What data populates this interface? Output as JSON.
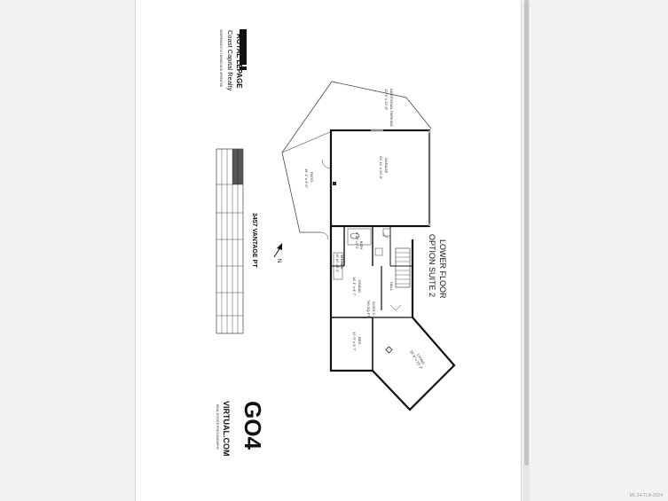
{
  "brand": {
    "name": "ROYAL LEPAGE",
    "office": "Coast Capital Realty",
    "tagline": "INDEPENDENTLY OWNED AND OPERATED"
  },
  "plan": {
    "address": "3457 VANTAGE PT",
    "floor_title": "LOWER FLOOR",
    "floor_subtitle": "OPTION SUITE 2",
    "north": "N",
    "rooms": [
      {
        "id": "parking",
        "name": "ADDITIONAL PARKING",
        "dims": "12' 9\" x 22' 8\""
      },
      {
        "id": "garage",
        "name": "GARAGE",
        "dims": "23' 11\" x 23' 4\""
      },
      {
        "id": "patio",
        "name": "PATIO",
        "dims": "16' 1\" x 9' 0\""
      },
      {
        "id": "bath",
        "name": "BATH",
        "dims": "8' 10\" x 5' 5\""
      },
      {
        "id": "kitchen",
        "name": "KITCHEN",
        "dims": "10' 10\" x 5' 5\""
      },
      {
        "id": "hall",
        "name": "HALL",
        "dims": ""
      },
      {
        "id": "dining",
        "name": "DINING",
        "dims": "14' 1\" x 8' 7\""
      },
      {
        "id": "suite",
        "name": "SUITE 2",
        "dims": "760 SQ FT"
      },
      {
        "id": "bed",
        "name": "BED",
        "dims": "12' 0\" x 9' 7\""
      },
      {
        "id": "living",
        "name": "LIVING",
        "dims": "16' 6\" x 15' 2\""
      }
    ]
  },
  "footer_brand": {
    "logo": "GO4",
    "site": "VIRTUAL.COM",
    "tagline": "REAL ESTATE PHOTOGRAPHY"
  },
  "watermark": "ML.24-TLA-2024"
}
